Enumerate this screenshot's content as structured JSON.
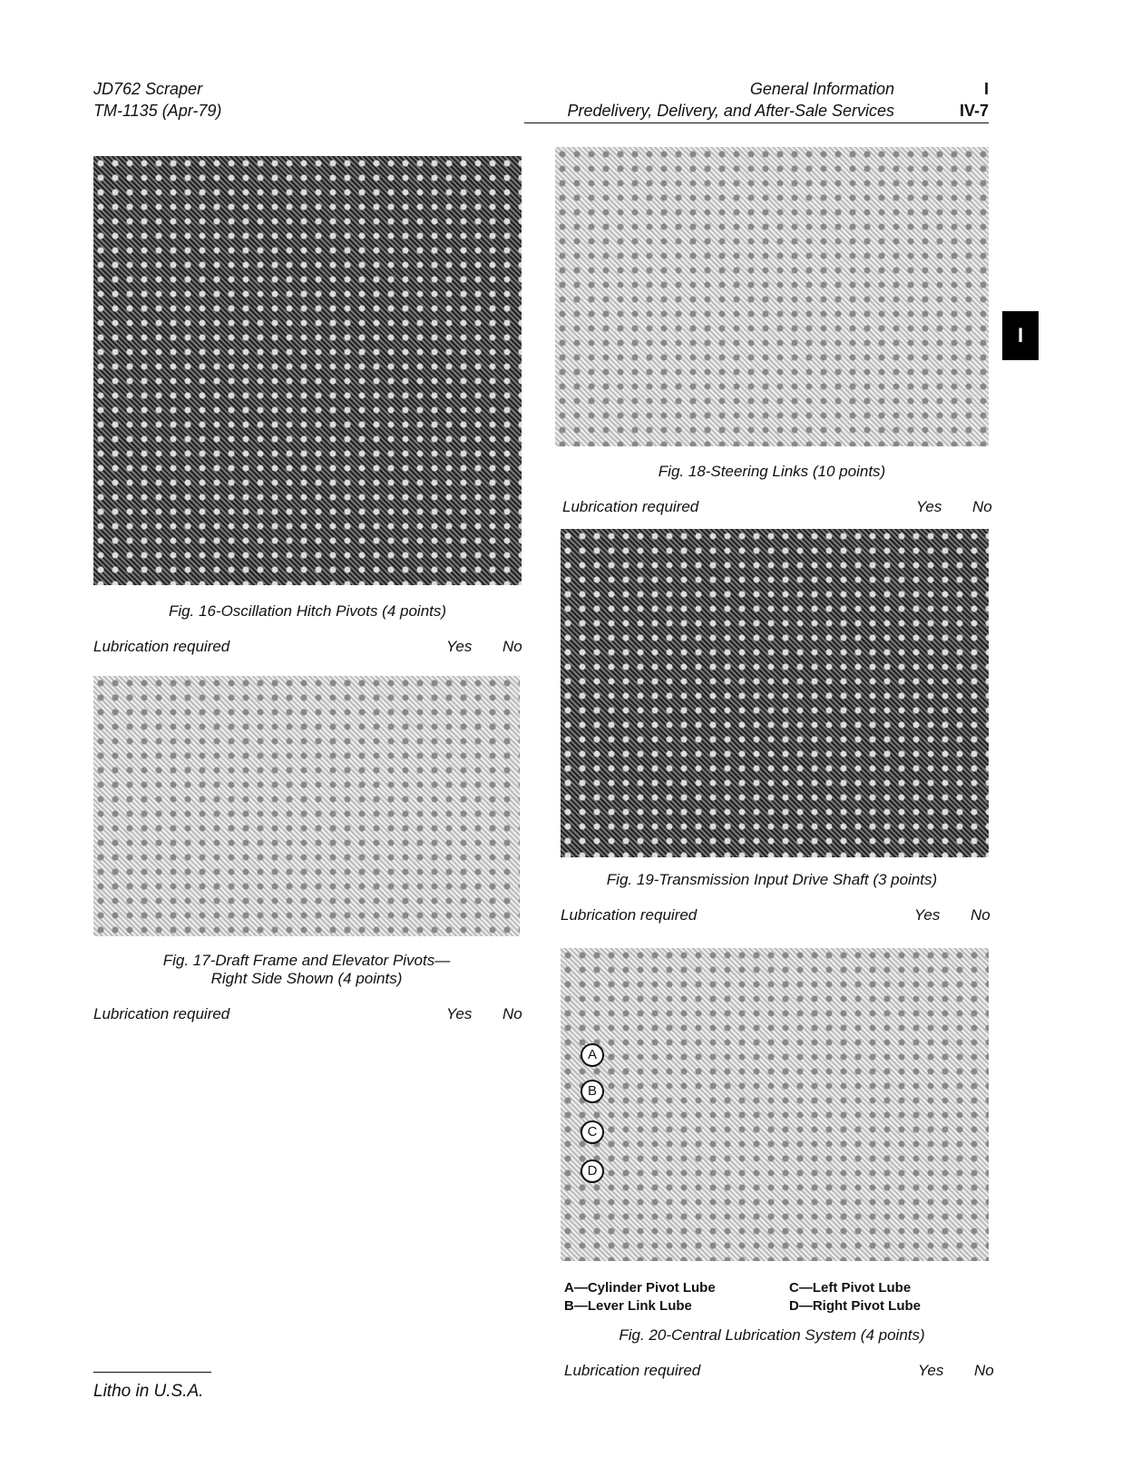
{
  "header": {
    "model": "JD762 Scraper",
    "manual": "TM-1135   (Apr-79)",
    "section": "General Information",
    "subsection": "Predelivery, Delivery, and After-Sale Services",
    "section_no": "I",
    "page_no": "IV-7"
  },
  "tab": {
    "label": "I"
  },
  "figures": [
    {
      "caption": "Fig. 16-Oscillation Hitch Pivots (4 points)"
    },
    {
      "caption_line1": "Fig. 17-Draft Frame and Elevator Pivots—",
      "caption_line2": "Right Side Shown (4 points)"
    },
    {
      "caption": "Fig. 18-Steering Links (10 points)"
    },
    {
      "caption": "Fig. 19-Transmission Input Drive Shaft (3 points)"
    },
    {
      "caption": "Fig. 20-Central Lubrication System (4 points)",
      "callouts": [
        "A",
        "B",
        "C",
        "D"
      ],
      "legend": [
        "A—Cylinder Pivot Lube",
        "B—Lever Link Lube",
        "C—Left Pivot Lube",
        "D—Right Pivot Lube"
      ]
    }
  ],
  "checklist": {
    "label": "Lubrication required",
    "yes": "Yes",
    "no": "No"
  },
  "footer": {
    "text": "Litho in U.S.A."
  }
}
